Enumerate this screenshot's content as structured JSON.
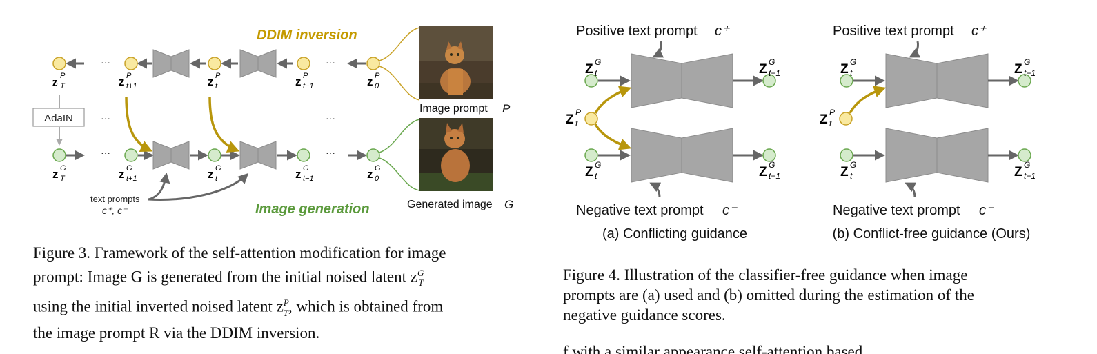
{
  "fig3": {
    "labels": {
      "ddim_inversion": "DDIM inversion",
      "image_generation": "Image generation",
      "adain": "AdaIN",
      "text_prompts": "text prompts",
      "text_prompts_sym": "c⁺, c⁻",
      "image_prompt": "Image prompt",
      "image_prompt_sym": "P",
      "generated_image": "Generated image",
      "generated_image_sym": "G",
      "ellipsis": "···"
    },
    "top_row": [
      {
        "base": "z",
        "sup": "P",
        "sub": "T"
      },
      {
        "base": "z",
        "sup": "P",
        "sub": "t+1"
      },
      {
        "base": "z",
        "sup": "P",
        "sub": "t"
      },
      {
        "base": "z",
        "sup": "P",
        "sub": "t−1"
      },
      {
        "base": "z",
        "sup": "P",
        "sub": "0"
      }
    ],
    "bottom_row": [
      {
        "base": "z",
        "sup": "G",
        "sub": "T"
      },
      {
        "base": "z",
        "sup": "G",
        "sub": "t+1"
      },
      {
        "base": "z",
        "sup": "G",
        "sub": "t"
      },
      {
        "base": "z",
        "sup": "G",
        "sub": "t−1"
      },
      {
        "base": "z",
        "sup": "G",
        "sub": "0"
      }
    ],
    "caption": {
      "label": "Figure 3.",
      "text": "Framework of the self-attention modification for image prompt: Image G is generated from the initial noised latent z_T^G using the initial inverted noised latent z_T^P, which is obtained from the image prompt R via the DDIM inversion.",
      "lines": [
        "Figure 3. Framework of the self-attention modification for image",
        "prompt: Image G is generated from the initial noised latent z",
        "using the initial inverted noised latent z",
        "the image prompt R via the DDIM inversion."
      ],
      "line2_sup": "G",
      "line2_sub": "T",
      "line3_sup": "P",
      "line3_sub": "T",
      "line3_tail": ", which is obtained from"
    }
  },
  "fig4": {
    "panels": [
      {
        "positive": "Positive text prompt",
        "positive_sym": "c⁺",
        "negative": "Negative text prompt",
        "negative_sym": "c⁻",
        "subcaption": "(a) Conflicting guidance"
      },
      {
        "positive": "Positive text prompt",
        "positive_sym": "c⁺",
        "negative": "Negative text prompt",
        "negative_sym": "c⁻",
        "subcaption": "(b) Conflict-free guidance (Ours)"
      }
    ],
    "latents": {
      "zG_t": {
        "base": "Z",
        "sup": "G",
        "sub": "t"
      },
      "zG_t1": {
        "base": "Z",
        "sup": "G",
        "sub": "t−1"
      },
      "zP_t": {
        "base": "Z",
        "sup": "P",
        "sub": "t"
      }
    },
    "caption": {
      "lines": [
        "Figure 4. Illustration of the classifier-free guidance when image",
        "prompts are (a) used and (b) omitted during the estimation of the",
        "negative guidance scores."
      ]
    },
    "trailing_text": "f    with  a  similar  appearance       self-attention based"
  },
  "colors": {
    "yellow_fill": "#f9e9a0",
    "yellow_stroke": "#c9a227",
    "green_fill": "#d5ebcc",
    "green_stroke": "#6aa84f",
    "unet": "#a6a6a6",
    "arrow": "#666666",
    "gold_arrow": "#b8960c",
    "ddim_text": "#c49a00",
    "gen_text": "#5b9a3c"
  }
}
